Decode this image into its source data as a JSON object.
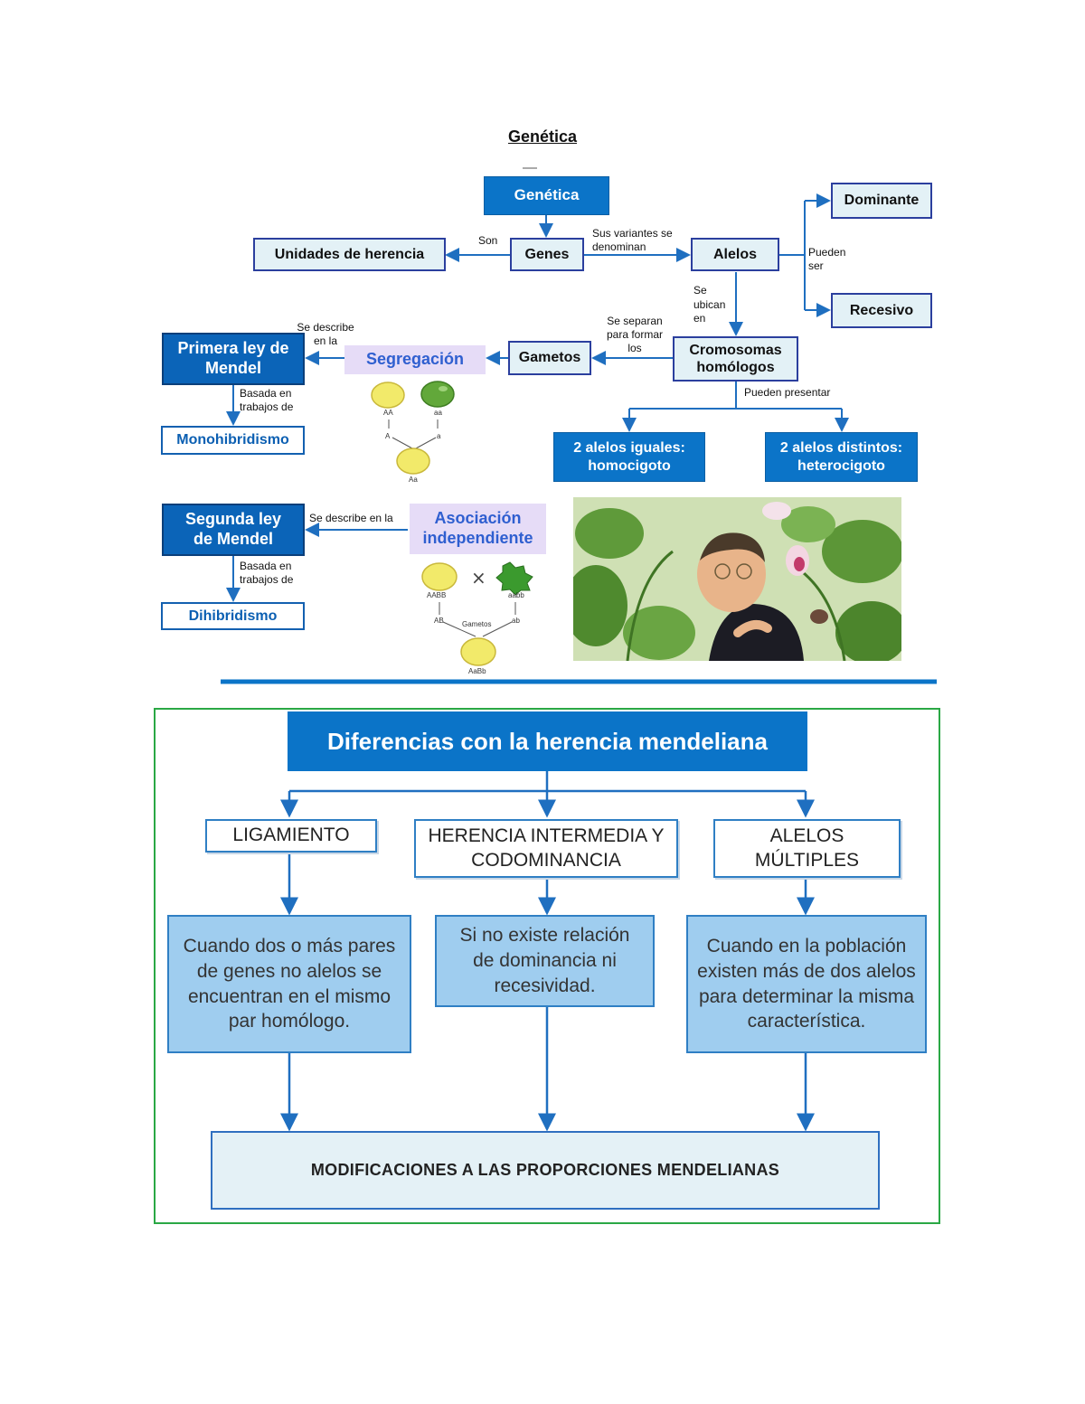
{
  "document": {
    "title": "Genética"
  },
  "concept_map": {
    "genetica": "Genética",
    "unidades": "Unidades de herencia",
    "genes": "Genes",
    "alelos": "Alelos",
    "dominante": "Dominante",
    "recesivo": "Recesivo",
    "cromosomas": "Cromosomas homólogos",
    "gametos": "Gametos",
    "segregacion": "Segregación",
    "primera_ley": "Primera ley de Mendel",
    "monohibridismo": "Monohibridismo",
    "homocigoto": "2 alelos iguales: homocigoto",
    "heterocigoto": "2 alelos distintos: heterocigoto",
    "segunda_ley": "Segunda ley de Mendel",
    "asociacion": "Asociación independiente",
    "dihibridismo": "Dihibridismo",
    "labels": {
      "son": "Son",
      "sus_variantes": "Sus variantes se denominan",
      "pueden_ser": "Pueden ser",
      "se_ubican": "Se ubican en",
      "se_separan": "Se separan para formar los",
      "se_describe": "Se describe en la",
      "basada_1": "Basada en trabajos de",
      "pueden_presentar": "Pueden presentar",
      "se_describe_2": "Se describe en la",
      "basada_2": "Basada en trabajos de"
    },
    "cross1": {
      "p1": "AA",
      "p2": "aa",
      "g1": "A",
      "g2": "a",
      "f1": "Aa"
    },
    "cross2": {
      "p1": "AABB",
      "p2": "aabb",
      "g1": "AB",
      "g2": "ab",
      "mid": "Gametos",
      "f1": "AaBb"
    }
  },
  "differences": {
    "title": "Diferencias con la herencia mendeliana",
    "categories": [
      {
        "label": "LIGAMIENTO",
        "description": "Cuando dos o más pares de genes no alelos se encuentran en el mismo par homólogo."
      },
      {
        "label": "HERENCIA INTERMEDIA Y CODOMINANCIA",
        "description": "Si no existe relación de dominancia ni recesividad."
      },
      {
        "label": "ALELOS MÚLTIPLES",
        "description": "Cuando en la población existen más de dos alelos para determinar la misma característica."
      }
    ],
    "result": "MODIFICACIONES A LAS PROPORCIONES MENDELIANAS"
  },
  "colors": {
    "primary_blue": "#0b74c8",
    "navy": "#0b64b8",
    "light_box": "#e3f1f6",
    "lavender": "#e6dcf7",
    "desc_fill": "#9fcdef",
    "frame_green": "#2aa845",
    "separator": "#0b74c8"
  }
}
